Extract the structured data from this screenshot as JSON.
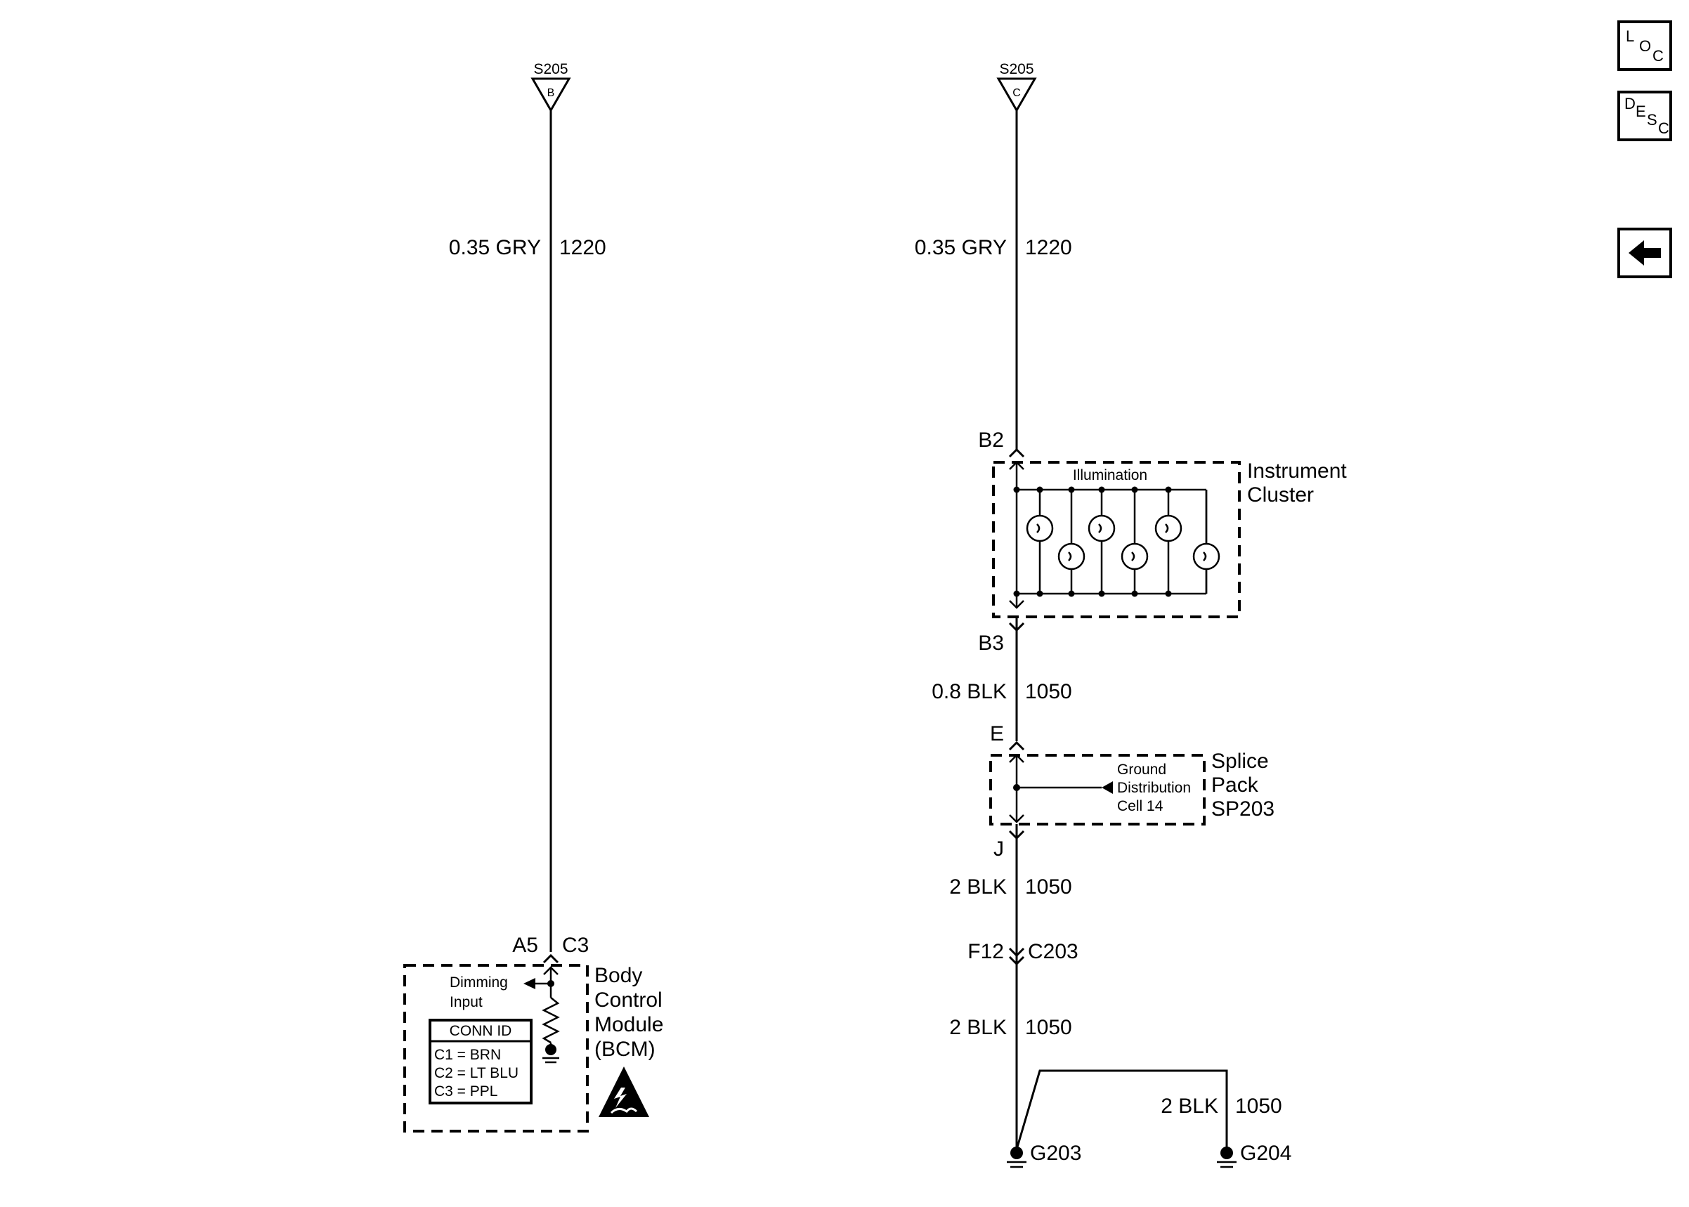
{
  "left_circuit": {
    "connector_name": "S205",
    "connector_pin": "B",
    "wire_top": {
      "gauge_color": "0.35 GRY",
      "circuit": "1220"
    },
    "bcm_pins": {
      "pin": "A5",
      "connector": "C3"
    },
    "bcm": {
      "internal_label": "Dimming Input",
      "title": "Body Control Module (BCM)",
      "conn_table_header": "CONN ID",
      "conn_table_rows": [
        "C1 = BRN",
        "C2 = LT BLU",
        "C3 = PPL"
      ],
      "esd_icon": "esd-warning-icon"
    }
  },
  "right_circuit": {
    "connector_name": "S205",
    "connector_pin": "C",
    "wire_top": {
      "gauge_color": "0.35 GRY",
      "circuit": "1220"
    },
    "cluster_in_pin": "B2",
    "cluster_out_pin": "B3",
    "instrument_cluster": {
      "internal_label": "Illumination",
      "title": "Instrument Cluster",
      "bulb_count": 6
    },
    "wire_mid": {
      "gauge_color": "0.8 BLK",
      "circuit": "1050"
    },
    "splice_in_pin": "E",
    "splice_out_pin": "J",
    "splice_pack": {
      "internal_label": "Ground Distribution Cell 14",
      "title": "Splice Pack SP203"
    },
    "wire_after_splice": {
      "gauge_color": "2 BLK",
      "circuit": "1050"
    },
    "inline_connector": {
      "pin": "F12",
      "connector": "C203"
    },
    "wire_before_ground": {
      "gauge_color": "2 BLK",
      "circuit": "1050"
    },
    "branch_wire": {
      "gauge_color": "2 BLK",
      "circuit": "1050"
    },
    "grounds": [
      "G203",
      "G204"
    ]
  },
  "nav": {
    "loc_button": {
      "letters": [
        "L",
        "O",
        "C"
      ]
    },
    "desc_button": {
      "letters": [
        "D",
        "E",
        "S",
        "C"
      ]
    },
    "back_button_icon": "arrow-left-icon"
  }
}
